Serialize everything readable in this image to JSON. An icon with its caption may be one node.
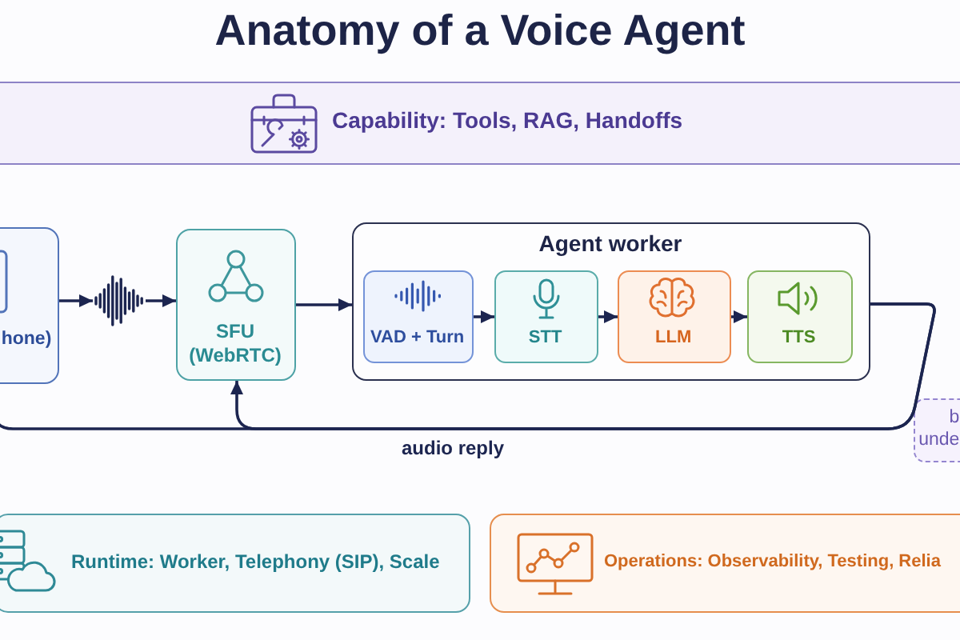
{
  "diagram": {
    "title": "Anatomy of a Voice Agent",
    "nodes": [
      {
        "text": [
          "Capability: Tools, RAG, Handoffs"
        ]
      },
      {
        "text": [
          "hone)"
        ]
      },
      {
        "text": [],
        "shape": "picture"
      },
      {
        "text": [
          "SFU (WebRTC)"
        ]
      },
      {
        "text": [
          "Agent worker"
        ]
      },
      {
        "text": [
          "VAD + Turn"
        ],
        "in": 4
      },
      {
        "text": [
          "STT"
        ],
        "in": 4
      },
      {
        "text": [
          "LLM"
        ],
        "in": 4
      },
      {
        "text": [
          "TTS"
        ],
        "in": 4
      },
      {
        "text": [
          "b unde"
        ]
      },
      {
        "text": [
          "Runtime: Worker, Telephony (SIP), Scale"
        ]
      },
      {
        "text": [
          "Operations: Observability, Testing, Relia"
        ]
      }
    ],
    "edges": [
      {
        "from": 1,
        "to": 2,
        "arrow": "to"
      },
      {
        "from": 2,
        "to": 3,
        "arrow": "to"
      },
      {
        "from": 3,
        "to": 4,
        "arrow": "to"
      },
      {
        "from": 5,
        "to": 6,
        "arrow": "to"
      },
      {
        "from": 6,
        "to": 7,
        "arrow": "to"
      },
      {
        "from": 7,
        "to": 8,
        "arrow": "to"
      },
      {
        "from": 4,
        "to": 3,
        "arrow": "to",
        "label": "audio reply"
      },
      {
        "from": 4,
        "to": 1,
        "arrow": "none"
      }
    ]
  }
}
